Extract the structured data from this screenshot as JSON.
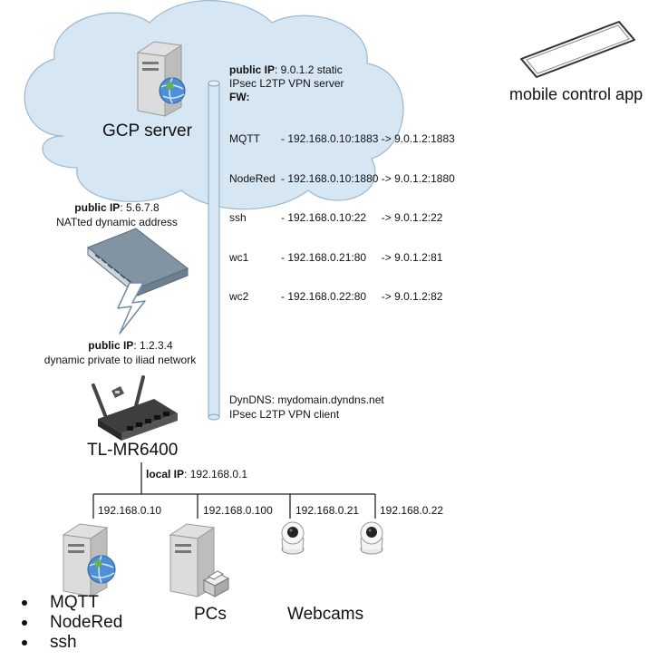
{
  "gcp": {
    "label": "GCP server",
    "public_ip_label": "public IP",
    "public_ip_value": ": 9.0.1.2 static",
    "vpn": "IPsec L2TP VPN server",
    "fw_label": "FW:",
    "fw_rules": [
      {
        "name": "MQTT",
        "rule": "- 192.168.0.10:1883 -> 9.0.1.2:1883"
      },
      {
        "name": "NodeRed",
        "rule": "- 192.168.0.10:1880 -> 9.0.1.2:1880"
      },
      {
        "name": "ssh",
        "rule": "- 192.168.0.10:22     -> 9.0.1.2:22"
      },
      {
        "name": "wc1",
        "rule": "- 192.168.0.21:80     -> 9.0.1.2:81"
      },
      {
        "name": "wc2",
        "rule": "- 192.168.0.22:80     -> 9.0.1.2:82"
      }
    ]
  },
  "mobile": {
    "label": "mobile control app"
  },
  "isp_router": {
    "public_ip_label": "public IP",
    "public_ip_value": ": 5.6.7.8",
    "note": "NATted dynamic address"
  },
  "lte_router": {
    "public_ip_label": "public IP",
    "public_ip_value": ": 1.2.3.4",
    "note": "dynamic private to iliad network",
    "label": "TL-MR6400",
    "local_ip_label": "local IP",
    "local_ip_value": ": 192.168.0.1"
  },
  "tunnel_client": {
    "dyndns": "DynDNS: mydomain.dyndns.net",
    "vpn": "IPsec L2TP VPN client"
  },
  "lan": {
    "ips": [
      "192.168.0.10",
      "192.168.0.100",
      "192.168.0.21",
      "192.168.0.22"
    ],
    "server_services": [
      "MQTT",
      "NodeRed",
      "ssh"
    ],
    "pcs_label": "PCs",
    "webcams_label": "Webcams"
  }
}
